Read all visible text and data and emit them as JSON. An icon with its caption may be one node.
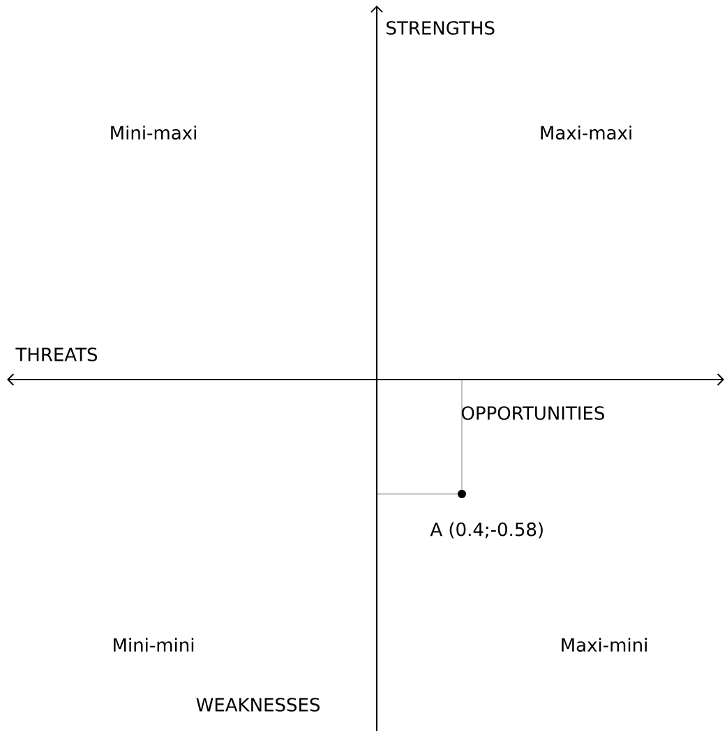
{
  "diagram": {
    "labels": [
      "STRENGTHS",
      "Mini-maxi",
      "Maxi-maxi",
      "THREATS",
      "OPPORTUNITIES",
      "A (0.4;-0.58)",
      "Mini-mini",
      "Maxi-mini",
      "WEAKNESSES"
    ]
  }
}
